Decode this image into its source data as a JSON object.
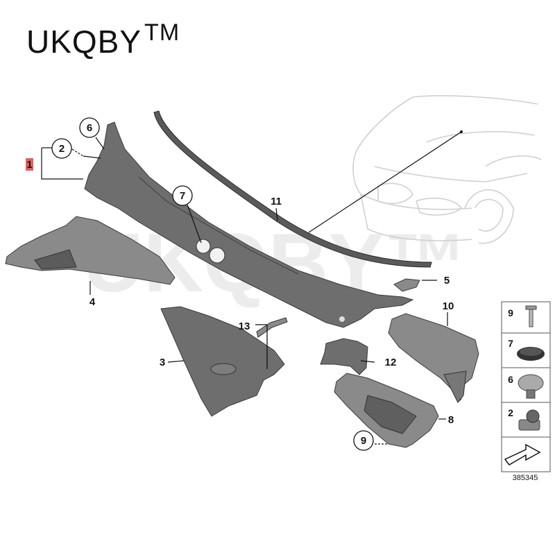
{
  "brand": {
    "name": "UKQBY",
    "trademark": "TM"
  },
  "watermark": "UKQBY™",
  "callouts": {
    "c1": "1",
    "c2": "2",
    "c3": "3",
    "c4": "4",
    "c5": "5",
    "c6": "6",
    "c7": "7",
    "c8": "8",
    "c9": "9",
    "c10": "10",
    "c11": "11",
    "c12": "12",
    "c13": "13"
  },
  "legend": {
    "items": [
      {
        "number": "9",
        "icon": "rivet-icon"
      },
      {
        "number": "7",
        "icon": "round-clip-icon"
      },
      {
        "number": "6",
        "icon": "expanding-clip-icon"
      },
      {
        "number": "2",
        "icon": "nut-clip-icon"
      }
    ],
    "direction_icon": "forward-arrow-icon"
  },
  "diagram_number": "385345",
  "colors": {
    "part": "#6e6e6e",
    "outline": "#3a3a3a",
    "car_outline": "#cfcfcf",
    "callout_1_fill": "#e06060"
  }
}
